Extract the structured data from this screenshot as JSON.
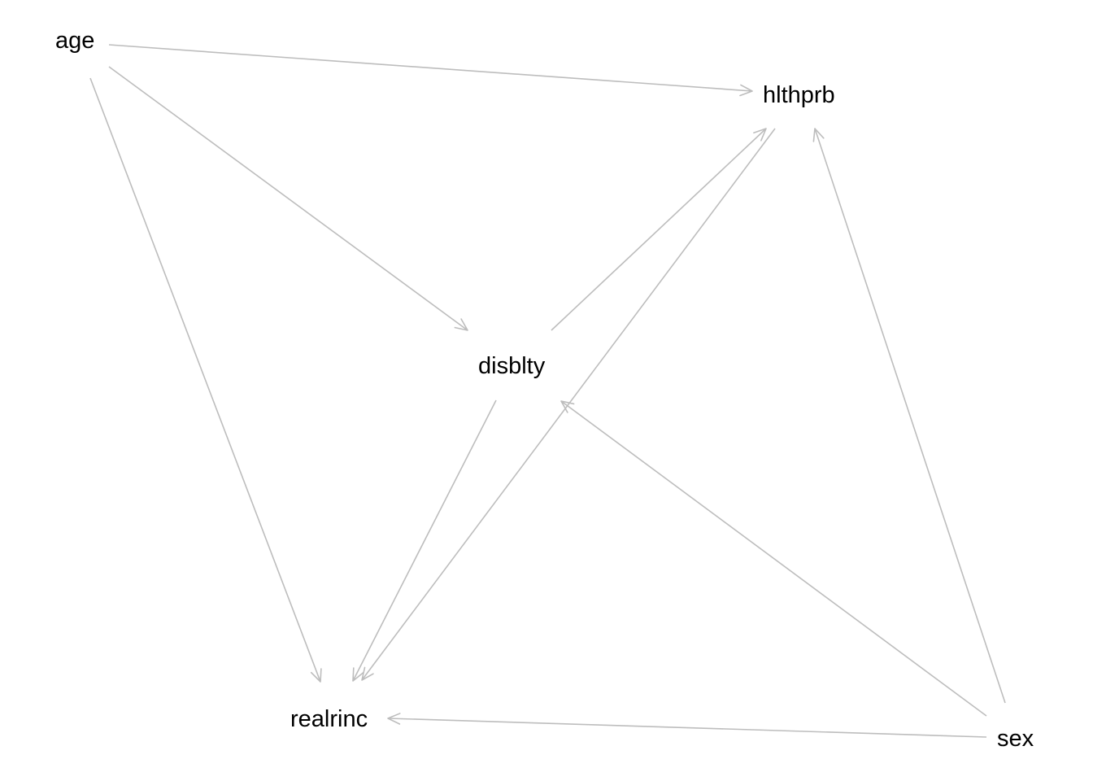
{
  "diagram": {
    "nodes": [
      {
        "id": "age",
        "label": "age"
      },
      {
        "id": "hlthprb",
        "label": "hlthprb"
      },
      {
        "id": "disblty",
        "label": "disblty"
      },
      {
        "id": "realrinc",
        "label": "realrinc"
      },
      {
        "id": "sex",
        "label": "sex"
      }
    ],
    "edges": [
      {
        "from": "age",
        "to": "hlthprb"
      },
      {
        "from": "age",
        "to": "disblty"
      },
      {
        "from": "age",
        "to": "realrinc"
      },
      {
        "from": "disblty",
        "to": "hlthprb"
      },
      {
        "from": "hlthprb",
        "to": "realrinc"
      },
      {
        "from": "disblty",
        "to": "realrinc"
      },
      {
        "from": "sex",
        "to": "disblty"
      },
      {
        "from": "sex",
        "to": "hlthprb"
      },
      {
        "from": "sex",
        "to": "realrinc"
      }
    ],
    "colors": {
      "edge": "#bdbdbd",
      "label": "#000000",
      "background": "#ffffff"
    }
  }
}
